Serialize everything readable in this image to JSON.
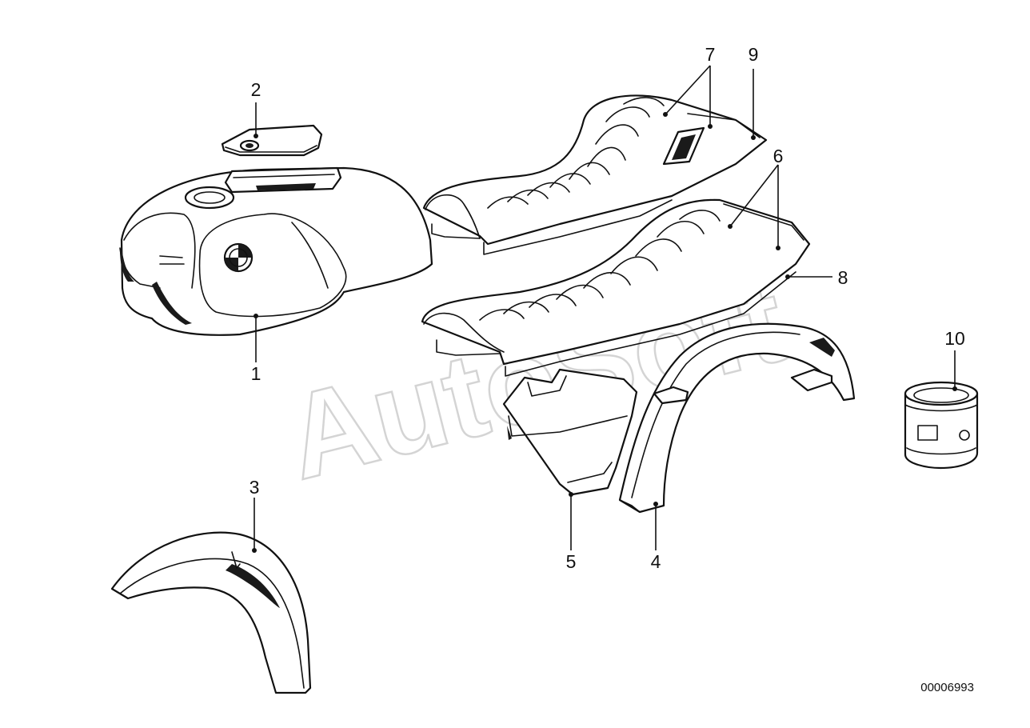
{
  "watermark": "AutoSoft",
  "document_number": "00006993",
  "callouts": [
    {
      "label": "1",
      "name": "fuel-tank"
    },
    {
      "label": "2",
      "name": "tank-tool-box-lid"
    },
    {
      "label": "3",
      "name": "front-mudguard"
    },
    {
      "label": "4",
      "name": "rear-mudguard"
    },
    {
      "label": "5",
      "name": "side-cover"
    },
    {
      "label": "6",
      "name": "bench-seat-lower"
    },
    {
      "label": "7",
      "name": "bench-seat-upper"
    },
    {
      "label": "8",
      "name": "seat-tail-lower"
    },
    {
      "label": "9",
      "name": "seat-tail-upper"
    },
    {
      "label": "10",
      "name": "touch-up-paint-can"
    }
  ],
  "colors": {
    "ink": "#111111",
    "paper": "#ffffff",
    "watermark": "#d4d4d4"
  }
}
